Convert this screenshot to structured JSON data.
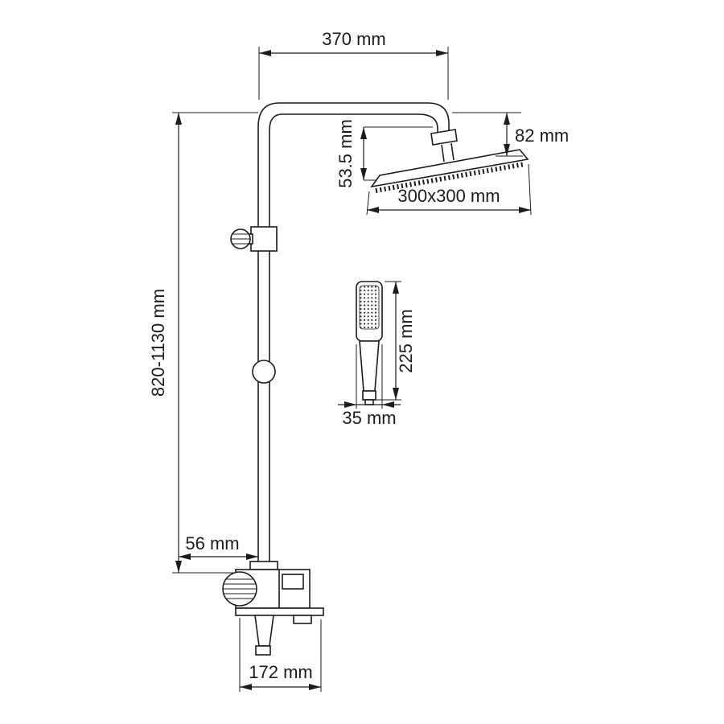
{
  "page": {
    "title": "Shower system dimensional diagram",
    "background": "#ffffff",
    "line_color": "#1c1c1c"
  },
  "dimensions": {
    "top_width": "370 mm",
    "head_offset": "82 mm",
    "arm_to_head": "53.5 mm",
    "head_size": "300x300 mm",
    "column_height": "820-1130 mm",
    "hand_shower_length": "225 mm",
    "hand_shower_width": "35 mm",
    "wall_offset": "56 mm",
    "mixer_width": "172 mm"
  }
}
